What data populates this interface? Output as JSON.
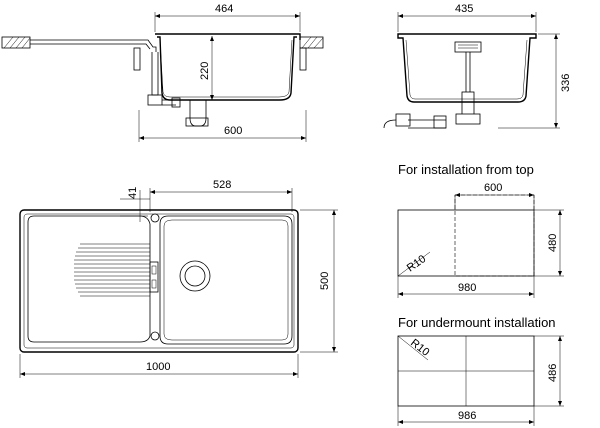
{
  "front_view": {
    "width_top": "464",
    "depth": "220",
    "overall": "600"
  },
  "side_view": {
    "width": "435",
    "height": "336"
  },
  "top_view": {
    "offset": "41",
    "bowl_width": "528",
    "overall_width": "1000",
    "overall_depth": "500"
  },
  "cutout_top": {
    "heading": "For installation from top",
    "inner": "600",
    "height": "480",
    "width": "980",
    "radius": "R10"
  },
  "cutout_under": {
    "heading": "For undermount installation",
    "height": "486",
    "width": "986",
    "radius": "R10"
  }
}
